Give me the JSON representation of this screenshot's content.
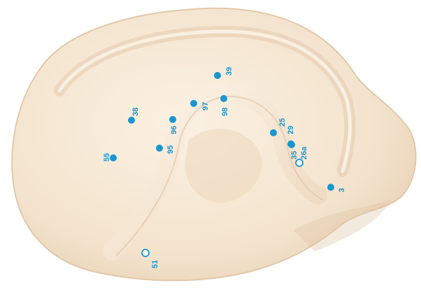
{
  "colors": {
    "point": "#1796d0",
    "point_hollow_fill": "#ffffff",
    "ear_base": "#f3e3cd",
    "ear_light": "#fbf1e2",
    "ear_shadow": "#dcc2a3"
  },
  "points": [
    {
      "id": "p39",
      "label": "39",
      "style": "filled"
    },
    {
      "id": "p38",
      "label": "38",
      "style": "filled"
    },
    {
      "id": "p97",
      "label": "97",
      "style": "filled"
    },
    {
      "id": "p98",
      "label": "98",
      "style": "filled"
    },
    {
      "id": "p96",
      "label": "96",
      "style": "filled"
    },
    {
      "id": "p95",
      "label": "95",
      "style": "filled"
    },
    {
      "id": "p55",
      "label": "55",
      "style": "filled"
    },
    {
      "id": "p25",
      "label": "25",
      "style": "filled"
    },
    {
      "id": "p29",
      "label": "29",
      "style": "filled"
    },
    {
      "id": "p35",
      "label": "35",
      "style": "filled"
    },
    {
      "id": "p26a",
      "label": "26a",
      "style": "hollow"
    },
    {
      "id": "p3",
      "label": "3",
      "style": "filled"
    },
    {
      "id": "p51",
      "label": "51",
      "style": "hollow"
    }
  ]
}
